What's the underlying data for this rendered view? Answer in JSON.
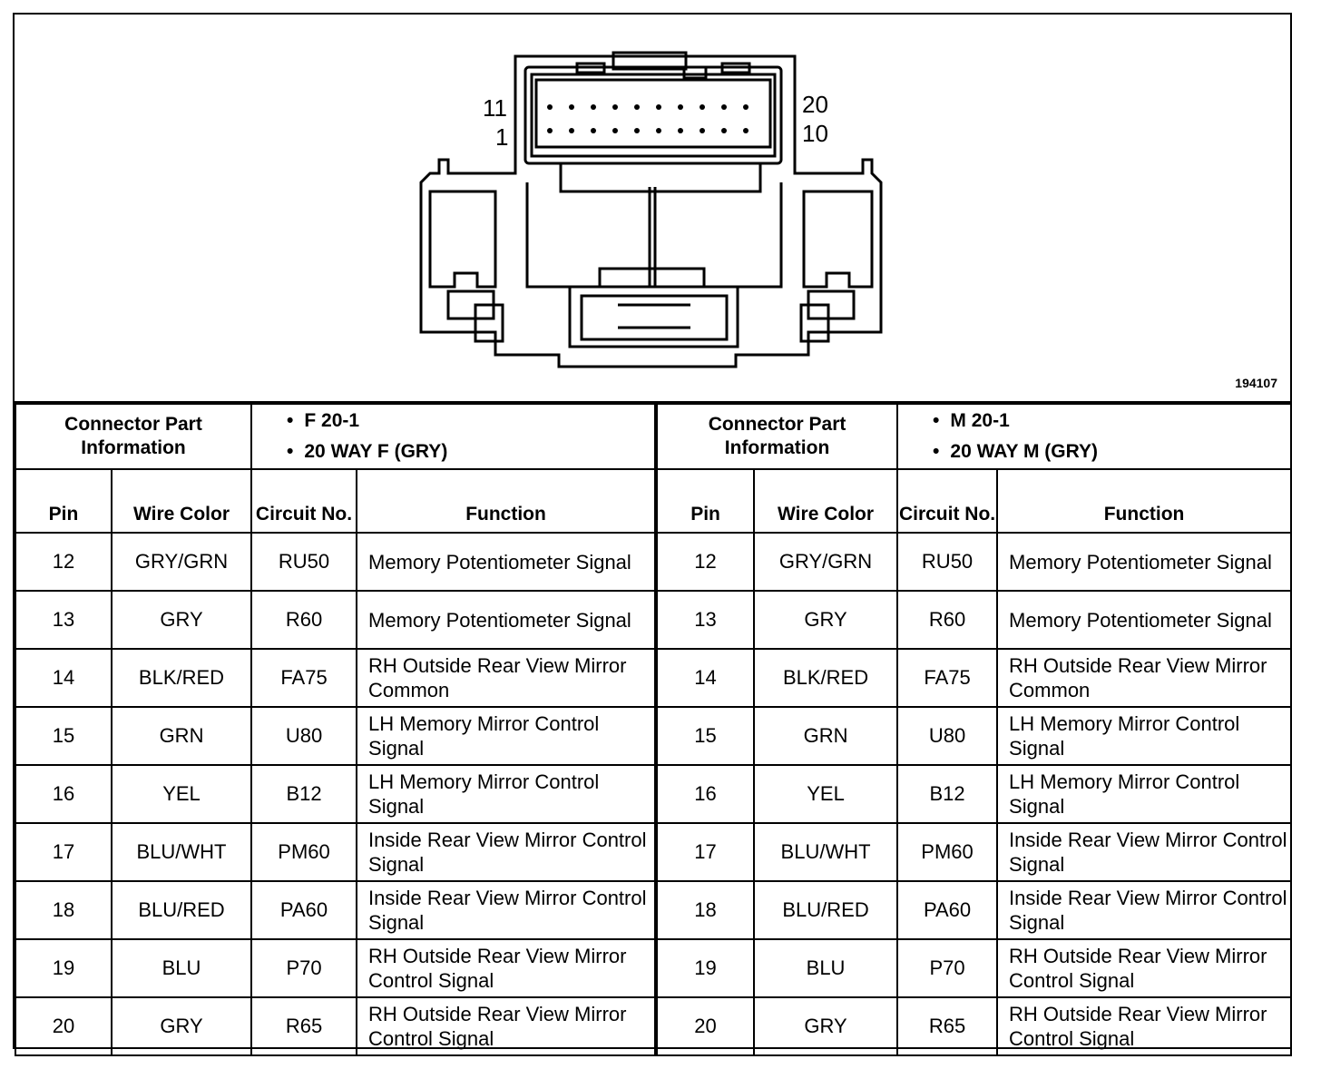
{
  "figure": {
    "id": "194107",
    "pin_labels": {
      "top_left": "11",
      "bottom_left": "1",
      "top_right": "20",
      "bottom_right": "10"
    }
  },
  "left": {
    "info_label": "Connector Part Information",
    "info_items": [
      "F 20-1",
      "20 WAY F (GRY)"
    ],
    "headers": {
      "pin": "Pin",
      "wire": "Wire Color",
      "circuit": "Circuit No.",
      "function": "Function"
    },
    "rows": [
      {
        "pin": "12",
        "wire": "GRY/GRN",
        "circuit": "RU50",
        "function": "Memory Potentiometer Signal"
      },
      {
        "pin": "13",
        "wire": "GRY",
        "circuit": "R60",
        "function": "Memory Potentiometer Signal"
      },
      {
        "pin": "14",
        "wire": "BLK/RED",
        "circuit": "FA75",
        "function": "RH Outside Rear View Mirror Common"
      },
      {
        "pin": "15",
        "wire": "GRN",
        "circuit": "U80",
        "function": "LH Memory Mirror Control Signal"
      },
      {
        "pin": "16",
        "wire": "YEL",
        "circuit": "B12",
        "function": "LH Memory Mirror Control Signal"
      },
      {
        "pin": "17",
        "wire": "BLU/WHT",
        "circuit": "PM60",
        "function": "Inside Rear View Mirror Control Signal"
      },
      {
        "pin": "18",
        "wire": "BLU/RED",
        "circuit": "PA60",
        "function": "Inside Rear View Mirror Control Signal"
      },
      {
        "pin": "19",
        "wire": "BLU",
        "circuit": "P70",
        "function": "RH Outside Rear View Mirror Control Signal"
      },
      {
        "pin": "20",
        "wire": "GRY",
        "circuit": "R65",
        "function": "RH Outside Rear View Mirror Control Signal"
      }
    ]
  },
  "right": {
    "info_label": "Connector Part Information",
    "info_items": [
      "M 20-1",
      "20 WAY M (GRY)"
    ],
    "headers": {
      "pin": "Pin",
      "wire": "Wire Color",
      "circuit": "Circuit No.",
      "function": "Function"
    },
    "rows": [
      {
        "pin": "12",
        "wire": "GRY/GRN",
        "circuit": "RU50",
        "function": "Memory Potentiometer Signal"
      },
      {
        "pin": "13",
        "wire": "GRY",
        "circuit": "R60",
        "function": "Memory Potentiometer Signal"
      },
      {
        "pin": "14",
        "wire": "BLK/RED",
        "circuit": "FA75",
        "function": "RH Outside Rear View Mirror Common"
      },
      {
        "pin": "15",
        "wire": "GRN",
        "circuit": "U80",
        "function": "LH Memory Mirror Control Signal"
      },
      {
        "pin": "16",
        "wire": "YEL",
        "circuit": "B12",
        "function": "LH Memory Mirror Control Signal"
      },
      {
        "pin": "17",
        "wire": "BLU/WHT",
        "circuit": "PM60",
        "function": "Inside Rear View Mirror Control Signal"
      },
      {
        "pin": "18",
        "wire": "BLU/RED",
        "circuit": "PA60",
        "function": "Inside Rear View Mirror Control Signal"
      },
      {
        "pin": "19",
        "wire": "BLU",
        "circuit": "P70",
        "function": "RH Outside Rear View Mirror Control Signal"
      },
      {
        "pin": "20",
        "wire": "GRY",
        "circuit": "R65",
        "function": "RH Outside Rear View Mirror Control Signal"
      }
    ]
  }
}
